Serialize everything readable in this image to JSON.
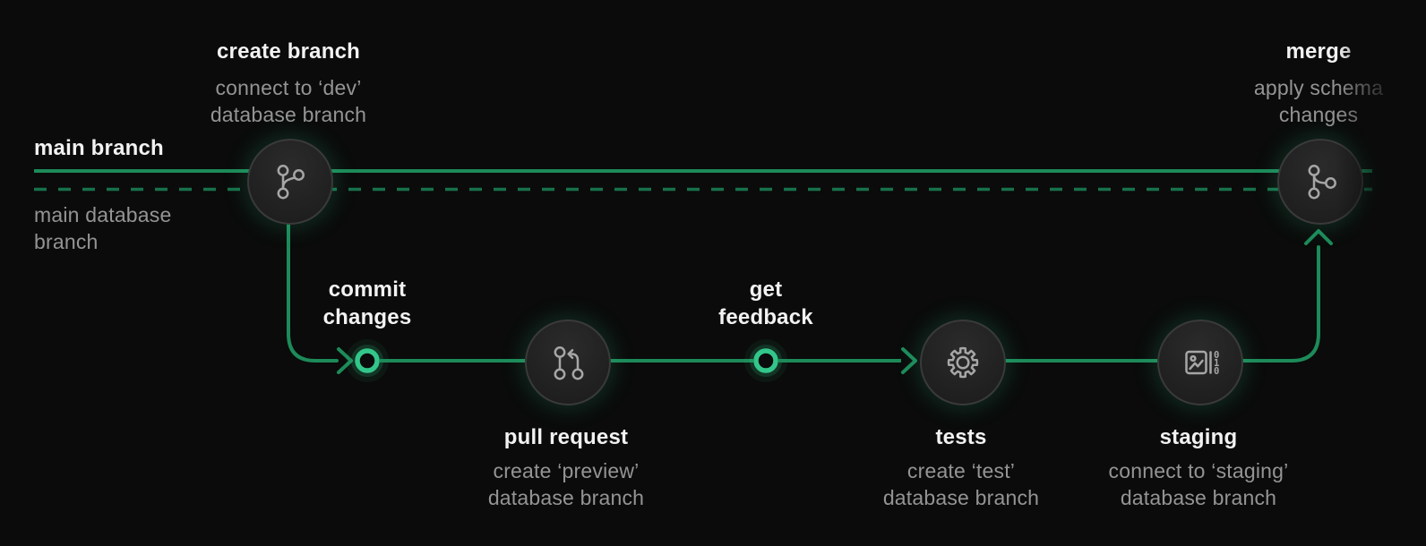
{
  "diagram": {
    "name": "database branching workflow",
    "colors": {
      "background": "#0a0b0a",
      "main_line_green": "#1d8a59",
      "dashed_line_green": "#17714b",
      "bright_ring_green": "#33c68a",
      "title_text": "#f2f2f2",
      "subtitle_text": "#949494",
      "node_fill": "#222222",
      "node_border": "#3a3a3a",
      "icon_stroke": "#a6a6a6"
    },
    "lanes": {
      "main_branch_label": "main branch",
      "main_database_label": "main database\nbranch"
    },
    "steps": {
      "create_branch": {
        "title": "create branch",
        "subtitle": "connect to ‘dev’\ndatabase branch",
        "icon": "git-branch"
      },
      "commit_changes": {
        "title": "commit\nchanges"
      },
      "pull_request": {
        "title": "pull request",
        "subtitle": "create ‘preview’\ndatabase branch",
        "icon": "git-pull-request"
      },
      "get_feedback": {
        "title": "get\nfeedback"
      },
      "tests": {
        "title": "tests",
        "subtitle": "create ‘test’\ndatabase branch",
        "icon": "gear"
      },
      "staging": {
        "title": "staging",
        "subtitle": "connect to ‘staging’\ndatabase branch",
        "icon": "image-data"
      },
      "merge": {
        "title": "merge",
        "subtitle": "apply schema\nchanges",
        "icon": "git-merge"
      }
    },
    "staging_icon_digits": {
      "d0": "0",
      "d1": "1",
      "d2": "0"
    }
  }
}
